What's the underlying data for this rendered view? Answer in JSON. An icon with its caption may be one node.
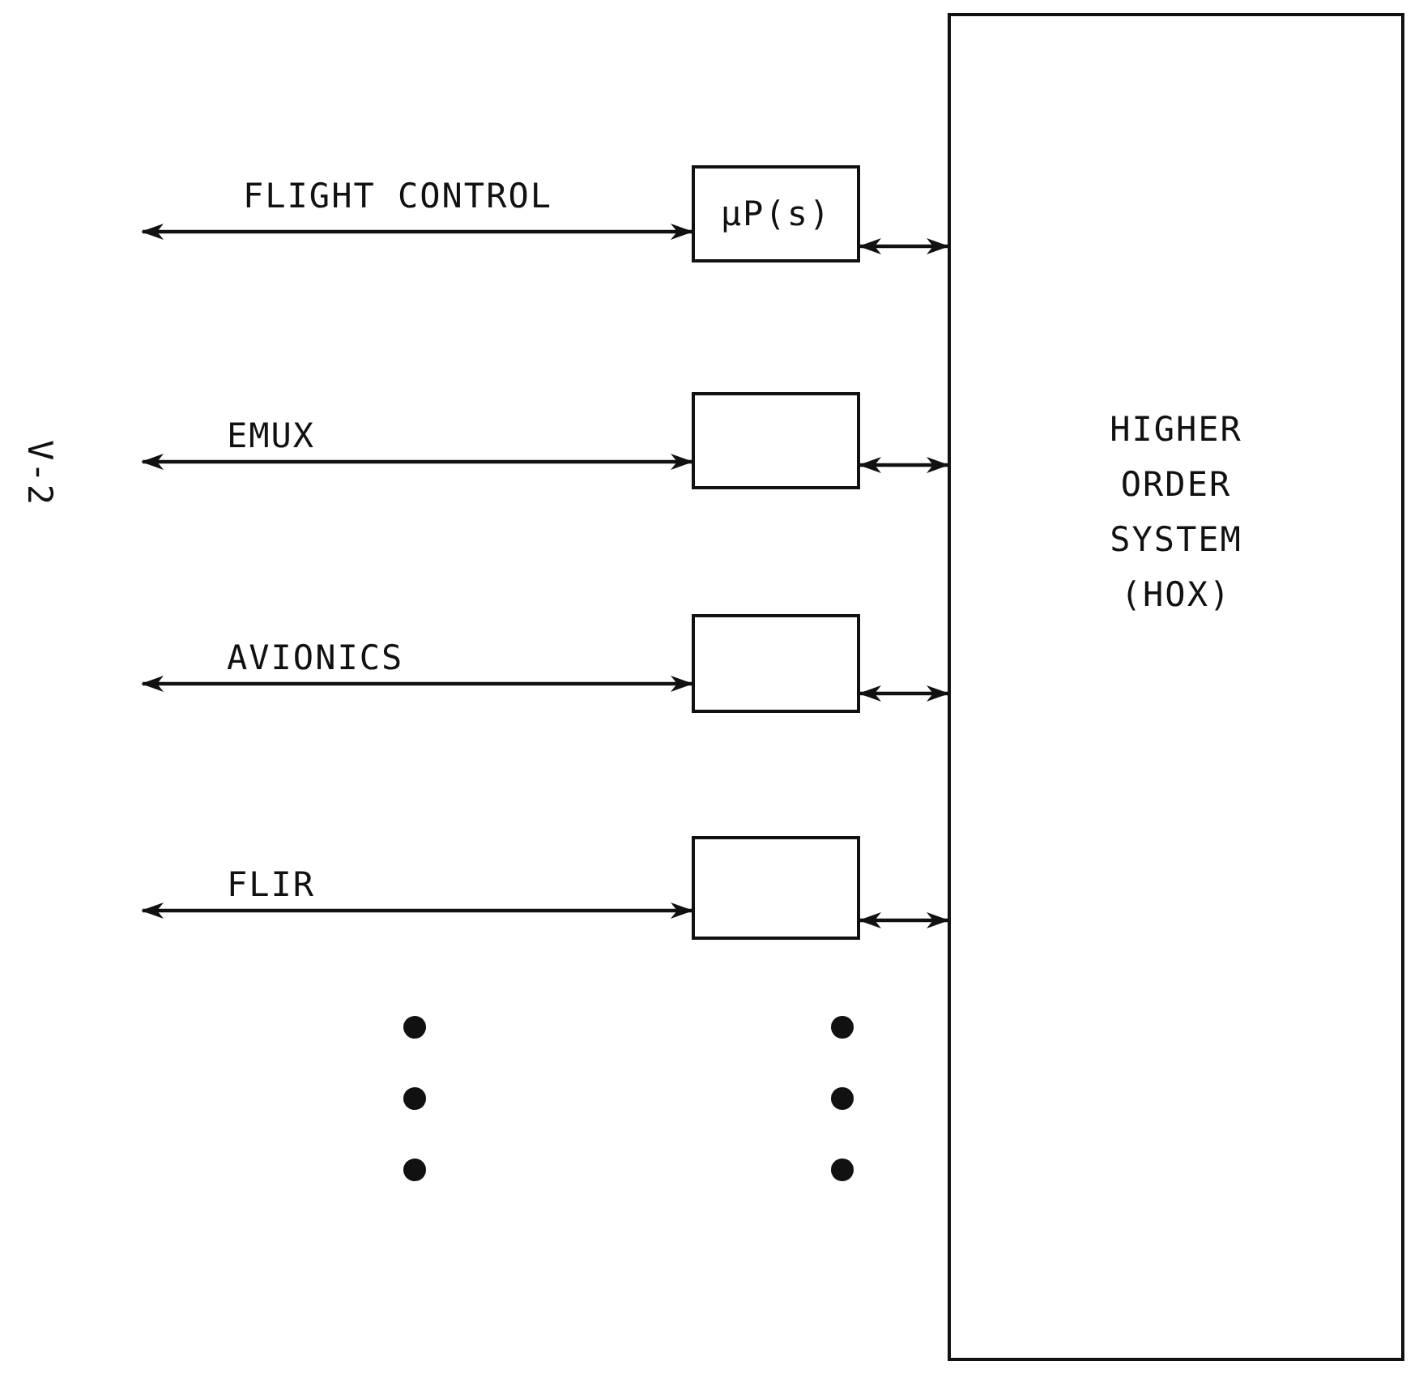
{
  "diagram": {
    "nodes": [
      {
        "text": [
          "µP(s)"
        ]
      },
      {
        "text": [],
        "shape": "box"
      },
      {
        "text": [],
        "shape": "box"
      },
      {
        "text": [],
        "shape": "box"
      },
      {
        "text": [
          "HIGHER ORDER SYSTEM (HOX)"
        ]
      }
    ],
    "edges": [
      {
        "from": null,
        "to": 0,
        "arrow": "both",
        "label": "FLIGHT CONTROL"
      },
      {
        "from": null,
        "to": 1,
        "arrow": "both",
        "label": "EMUX"
      },
      {
        "from": null,
        "to": 2,
        "arrow": "both",
        "label": "AVIONICS"
      },
      {
        "from": null,
        "to": 3,
        "arrow": "both",
        "label": "FLIR"
      },
      {
        "from": 0,
        "to": 4,
        "arrow": "both"
      },
      {
        "from": 1,
        "to": 4,
        "arrow": "both"
      },
      {
        "from": 2,
        "to": 4,
        "arrow": "both"
      },
      {
        "from": 3,
        "to": 4,
        "arrow": "both"
      }
    ],
    "labels": [
      "V-2"
    ]
  }
}
